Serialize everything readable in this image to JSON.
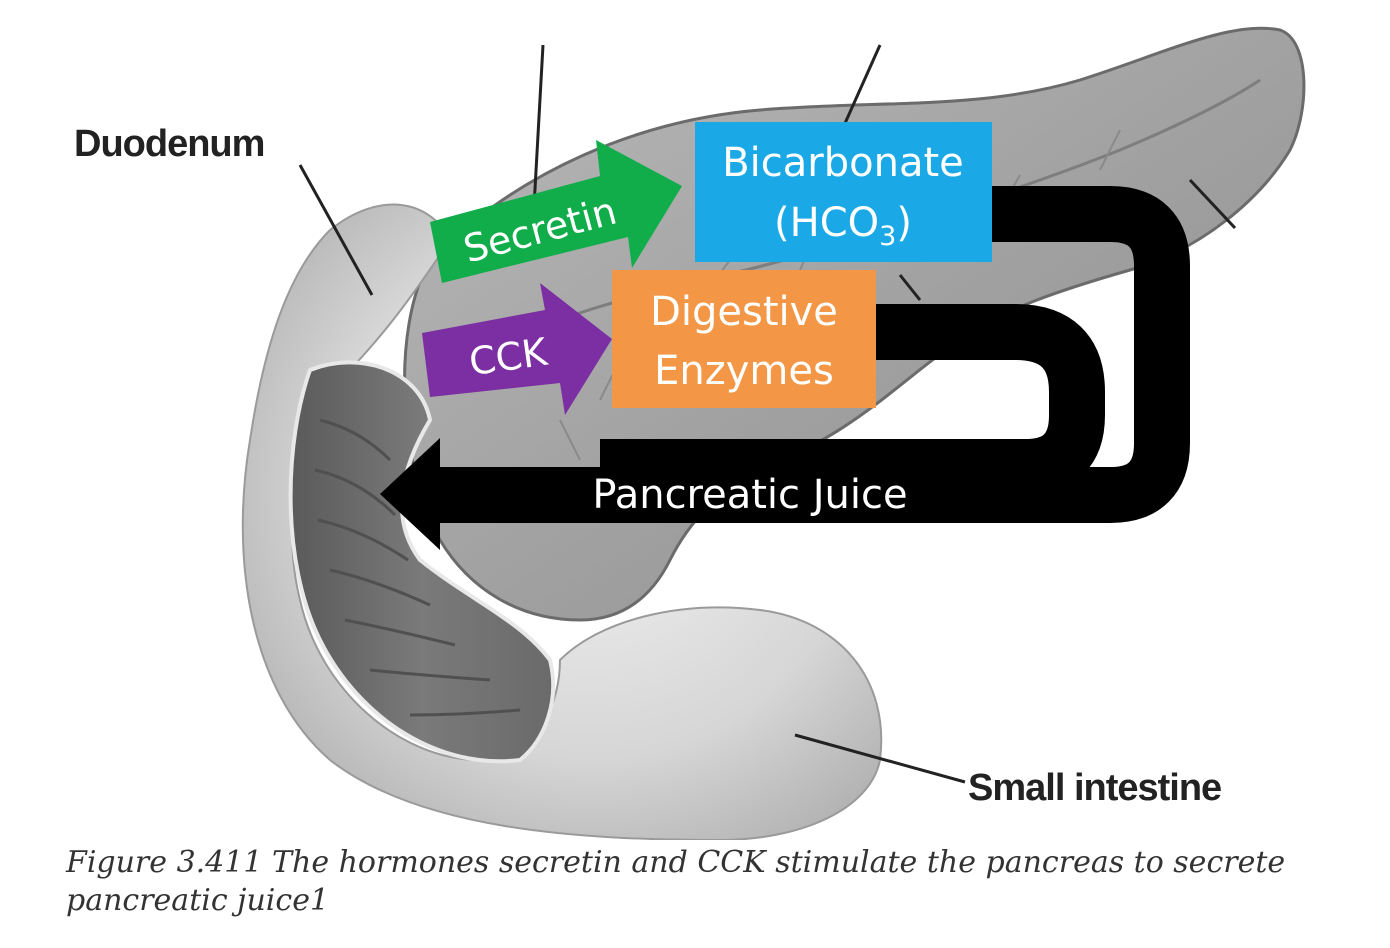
{
  "labels": {
    "duodenum": "Duodenum",
    "small_intestine": "Small intestine"
  },
  "boxes": {
    "bicarbonate_line1": "Bicarbonate",
    "bicarbonate_line2_prefix": "(HCO",
    "bicarbonate_subscript": "3",
    "bicarbonate_line2_suffix": ")",
    "digestive_line1": "Digestive",
    "digestive_line2": "Enzymes"
  },
  "arrows": {
    "secretin": "Secretin",
    "cck": "CCK",
    "pancreatic_juice": "Pancreatic Juice"
  },
  "caption": "Figure 3.411 The hormones secretin and CCK stimulate the pancreas to secrete pancreatic juice1",
  "colors": {
    "bicarbonate_box": "#1aa9e6",
    "digestive_box": "#f39645",
    "secretin_arrow": "#12ad4b",
    "cck_arrow": "#7b2fa2",
    "juice_path": "#000000"
  }
}
